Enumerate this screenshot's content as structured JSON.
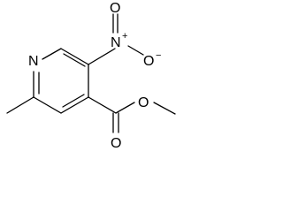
{
  "molecule": {
    "atoms": {
      "ring_nitrogen": "N",
      "nitro_nitrogen": "N",
      "nitro_nitrogen_charge": "+",
      "nitro_oxygen_double": "O",
      "nitro_oxygen_single": "O",
      "nitro_oxygen_charge": "−",
      "ester_carbonyl_oxygen": "O",
      "ester_ether_oxygen": "O"
    },
    "colors": {
      "bond": "#000000",
      "label": "#000000",
      "background": "#ffffff"
    }
  }
}
